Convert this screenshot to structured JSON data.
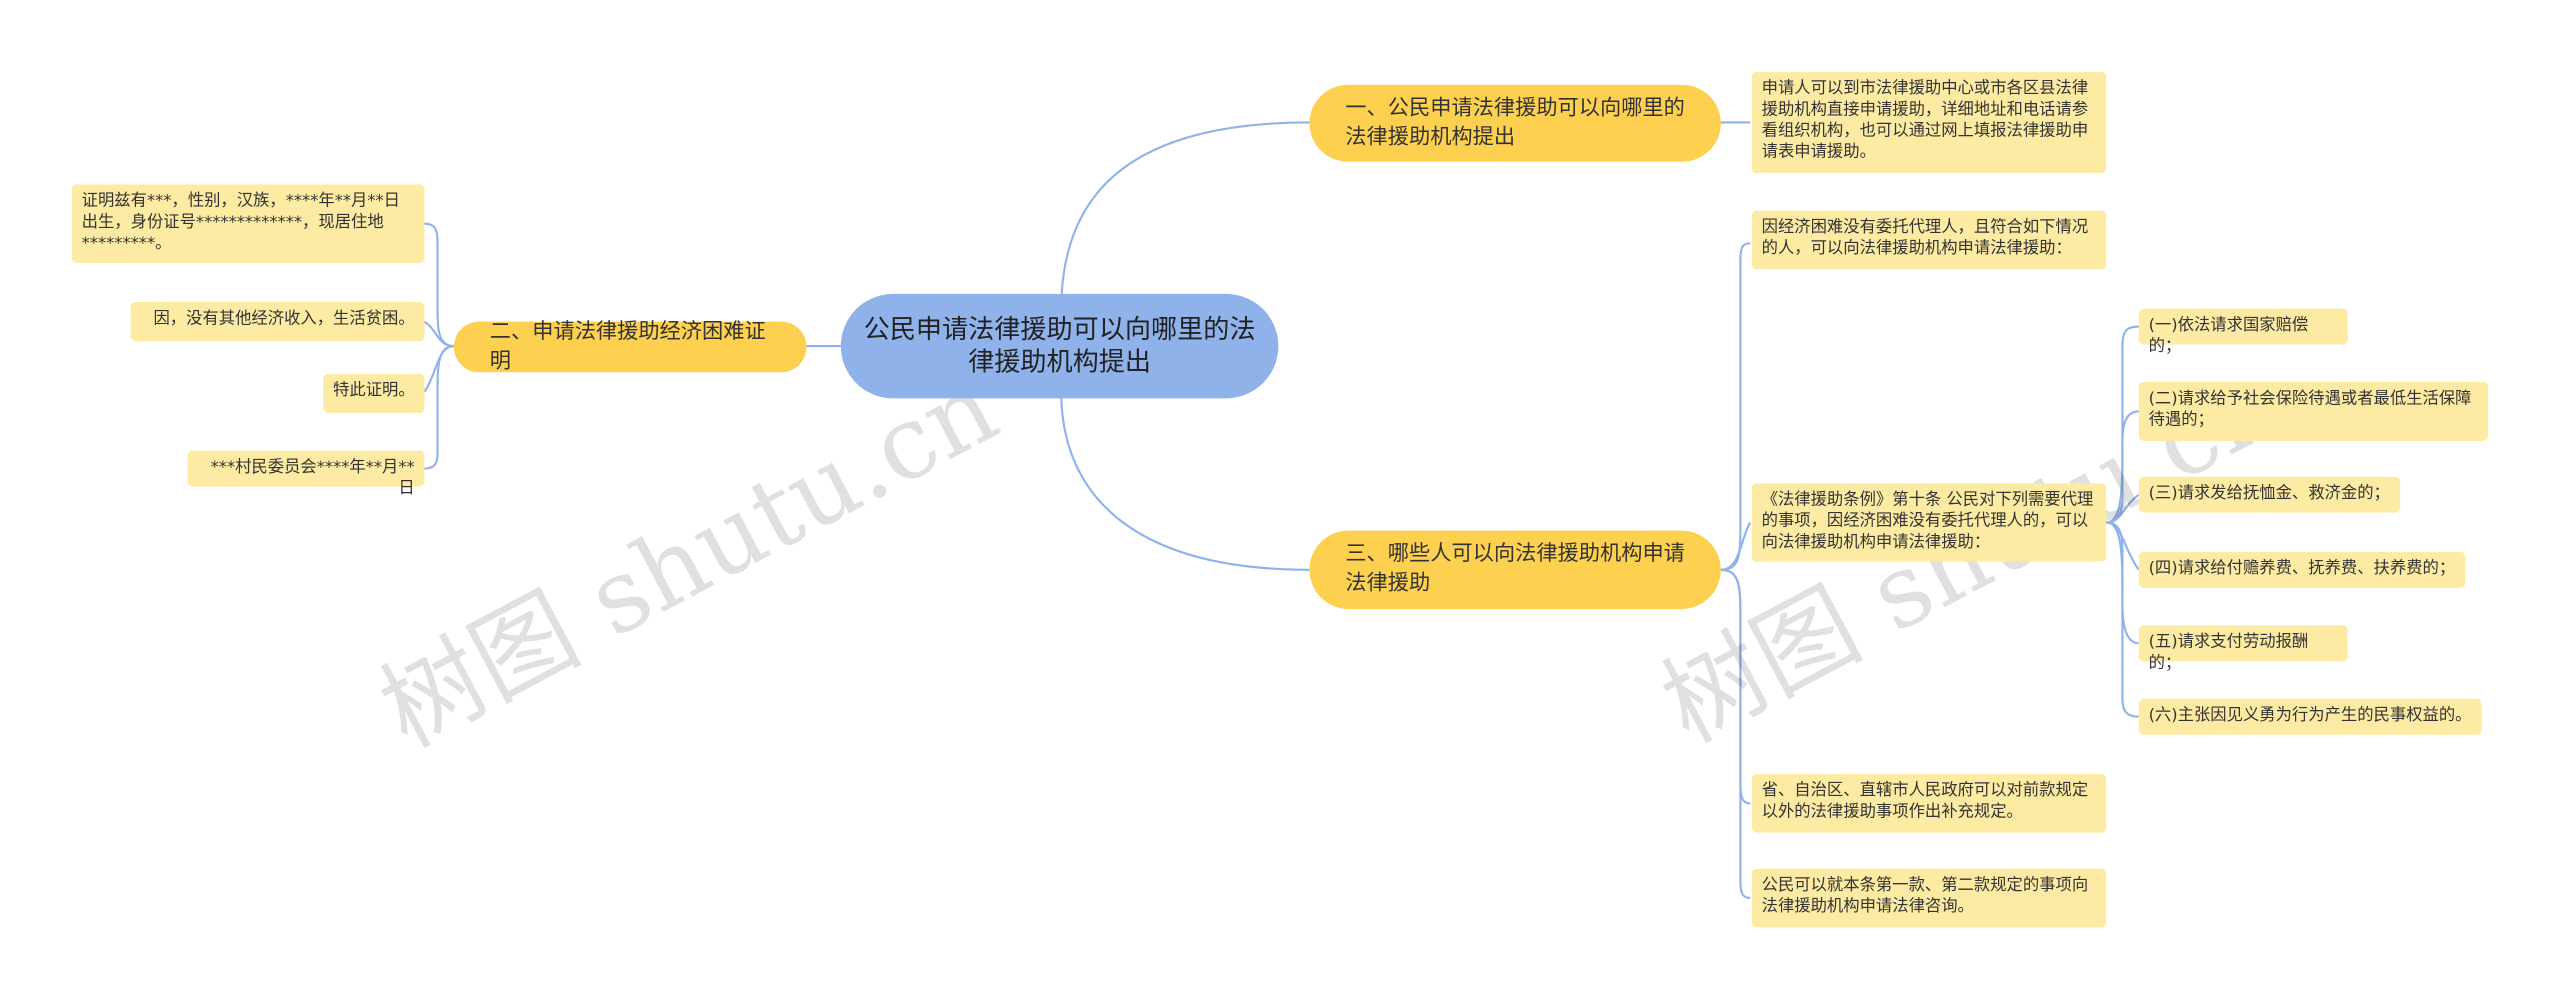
{
  "root": {
    "label": "公民申请法律援助可以向哪里的法律援助机构提出"
  },
  "branches": {
    "b1": {
      "label": "一、公民申请法律援助可以向哪里的法律援助机构提出",
      "leaf": "申请人可以到市法律援助中心或市各区县法律援助机构直接申请援助，详细地址和电话请参看组织机构，也可以通过网上填报法律援助申请表申请援助。"
    },
    "b2": {
      "label": "二、申请法律援助经济困难证明",
      "leaves": [
        "证明兹有***，性别，汉族，****年**月**日出生，身份证号*************，现居住地*********。",
        "因，没有其他经济收入，生活贫困。",
        "特此证明。",
        "***村民委员会****年**月**日"
      ]
    },
    "b3": {
      "label": "三、哪些人可以向法律援助机构申请法律援助",
      "leaves": [
        "因经济困难没有委托代理人，且符合如下情况的人，可以向法律援助机构申请法律援助：",
        "《法律援助条例》第十条 公民对下列需要代理的事项，因经济困难没有委托代理人的，可以向法律援助机构申请法律援助：",
        "省、自治区、直辖市人民政府可以对前款规定以外的法律援助事项作出补充规定。",
        "公民可以就本条第一款、第二款规定的事项向法律援助机构申请法律咨询。"
      ],
      "sub_items": [
        "(一)依法请求国家赔偿的；",
        "(二)请求给予社会保险待遇或者最低生活保障待遇的；",
        "(三)请求发给抚恤金、救济金的；",
        "(四)请求给付赡养费、抚养费、扶养费的；",
        "(五)请求支付劳动报酬的；",
        "(六)主张因见义勇为行为产生的民事权益的。"
      ]
    }
  },
  "watermark": "树图 shutu.cn",
  "colors": {
    "root": "#8fb2ea",
    "branch": "#fdd04f",
    "leaf": "#fdeaa3",
    "line": "#8fb2ea"
  }
}
